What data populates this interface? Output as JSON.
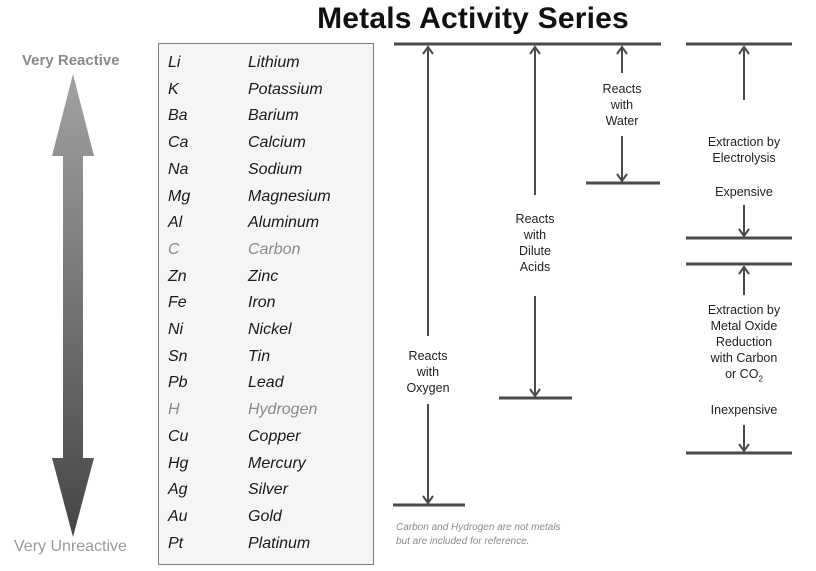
{
  "title": "Metals Activity Series",
  "reactivity_axis": {
    "top_label": "Very Reactive",
    "bottom_label": "Very Unreactive",
    "gradient_top": "#9a9a9a",
    "gradient_bottom": "#4a4a4a"
  },
  "series": [
    {
      "symbol": "Li",
      "name": "Lithium",
      "metal": true
    },
    {
      "symbol": "K",
      "name": "Potassium",
      "metal": true
    },
    {
      "symbol": "Ba",
      "name": "Barium",
      "metal": true
    },
    {
      "symbol": "Ca",
      "name": "Calcium",
      "metal": true
    },
    {
      "symbol": "Na",
      "name": "Sodium",
      "metal": true
    },
    {
      "symbol": "Mg",
      "name": "Magnesium",
      "metal": true
    },
    {
      "symbol": "Al",
      "name": "Aluminum",
      "metal": true
    },
    {
      "symbol": "C",
      "name": "Carbon",
      "metal": false
    },
    {
      "symbol": "Zn",
      "name": "Zinc",
      "metal": true
    },
    {
      "symbol": "Fe",
      "name": "Iron",
      "metal": true
    },
    {
      "symbol": "Ni",
      "name": "Nickel",
      "metal": true
    },
    {
      "symbol": "Sn",
      "name": "Tin",
      "metal": true
    },
    {
      "symbol": "Pb",
      "name": "Lead",
      "metal": true
    },
    {
      "symbol": "H",
      "name": "Hydrogen",
      "metal": false
    },
    {
      "symbol": "Cu",
      "name": "Copper",
      "metal": true
    },
    {
      "symbol": "Hg",
      "name": "Mercury",
      "metal": true
    },
    {
      "symbol": "Ag",
      "name": "Silver",
      "metal": true
    },
    {
      "symbol": "Au",
      "name": "Gold",
      "metal": true
    },
    {
      "symbol": "Pt",
      "name": "Platinum",
      "metal": true
    }
  ],
  "reactions": {
    "oxygen": {
      "line1": "Reacts",
      "line2": "with",
      "line3": "Oxygen",
      "range": "Li–Au"
    },
    "acids": {
      "line1": "Reacts",
      "line2": "with",
      "line3": "Dilute",
      "line4": "Acids",
      "range": "Li–Pb"
    },
    "water": {
      "line1": "Reacts",
      "line2": "with",
      "line3": "Water",
      "range": "Li–Ca"
    }
  },
  "extraction": {
    "electrolysis": {
      "line1": "Extraction by",
      "line2": "Electrolysis",
      "cost": "Expensive",
      "range": "Li–Al"
    },
    "reduction": {
      "line1": "Extraction by",
      "line2": "Metal Oxide",
      "line3": "Reduction",
      "line4": "with Carbon",
      "line5_prefix": "or CO",
      "line5_sub": "2",
      "cost": "Inexpensive",
      "range": "Zn–Cu"
    }
  },
  "note": {
    "line1": "Carbon and Hydrogen are not metals",
    "line2": "but are included for reference."
  }
}
